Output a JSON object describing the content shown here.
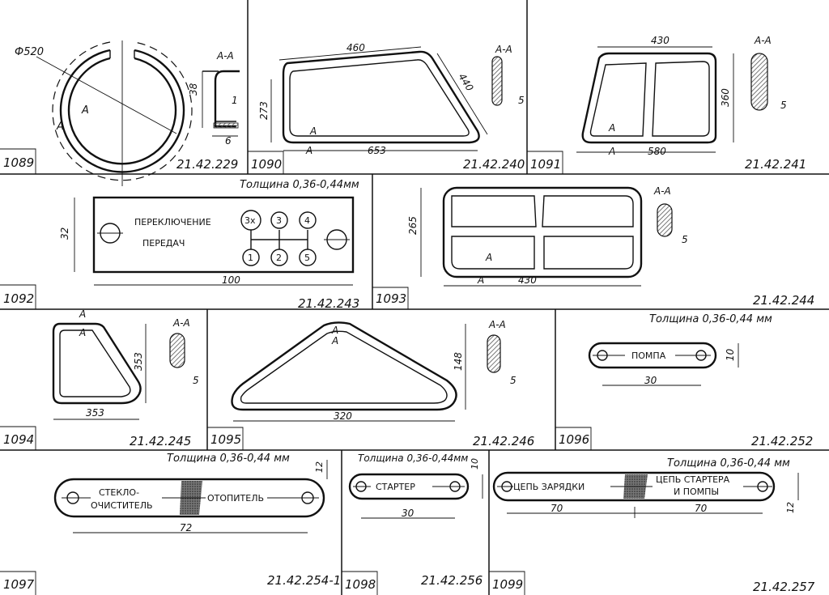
{
  "colors": {
    "ink": "#111111",
    "paper": "#ffffff",
    "hatch": "#555555"
  },
  "thickness_note": "Толщина 0,36-0,44 мм",
  "thickness_note_narrow": "Толщина 0,36-0,44мм",
  "section_label": "А-А",
  "parts": [
    {
      "id": "1089",
      "code": "21.42.229",
      "dims": {
        "diameter": "Ф520",
        "height": "38",
        "thk": "1",
        "width": "6"
      },
      "cut_label": "А",
      "cut_label2": "А"
    },
    {
      "id": "1090",
      "code": "21.42.240",
      "dims": {
        "top": "460",
        "bottom": "653",
        "diag": "440",
        "left": "273",
        "thk": "5"
      },
      "cut_label": "А",
      "cut_label2": "А"
    },
    {
      "id": "1091",
      "code": "21.42.241",
      "dims": {
        "top": "430",
        "bottom": "580",
        "right": "360",
        "thk": "5"
      },
      "cut_label": "А",
      "cut_label2": "А"
    },
    {
      "id": "1092",
      "code": "21.42.243",
      "dims": {
        "height": "32",
        "width": "100"
      },
      "text1": "ПЕРЕКЛЮЧЕНИЕ",
      "text2": "ПЕРЕДАЧ",
      "gears": [
        "3х",
        "3",
        "4",
        "1",
        "2",
        "5"
      ]
    },
    {
      "id": "1093",
      "code": "21.42.244",
      "dims": {
        "height": "265",
        "width": "430",
        "thk": "5"
      },
      "cut_label": "А",
      "cut_label2": "А"
    },
    {
      "id": "1094",
      "code": "21.42.245",
      "dims": {
        "height": "353",
        "width": "353",
        "thk": "5"
      },
      "cut_label": "А",
      "cut_label2": "А"
    },
    {
      "id": "1095",
      "code": "21.42.246",
      "dims": {
        "height": "148",
        "width": "320",
        "thk": "5"
      },
      "cut_label": "А",
      "cut_label2": "А"
    },
    {
      "id": "1096",
      "code": "21.42.252",
      "dims": {
        "height": "10",
        "width": "30"
      },
      "text": "ПОМПА"
    },
    {
      "id": "1097",
      "code": "21.42.254-1",
      "dims": {
        "height": "12",
        "width": "72"
      },
      "text1": "СТЕКЛО-",
      "text2": "ОЧИСТИТЕЛЬ",
      "text3": "ОТОПИТЕЛЬ"
    },
    {
      "id": "1098",
      "code": "21.42.256",
      "dims": {
        "height": "10",
        "width": "30"
      },
      "text": "СТАРТЕР"
    },
    {
      "id": "1099",
      "code": "21.42.257",
      "dims": {
        "height": "12",
        "w1": "70",
        "w2": "70"
      },
      "text1": "ЦЕПЬ ЗАРЯДКИ",
      "text2": "ЦЕПЬ СТАРТЕРА",
      "text3": "И ПОМПЫ"
    }
  ]
}
